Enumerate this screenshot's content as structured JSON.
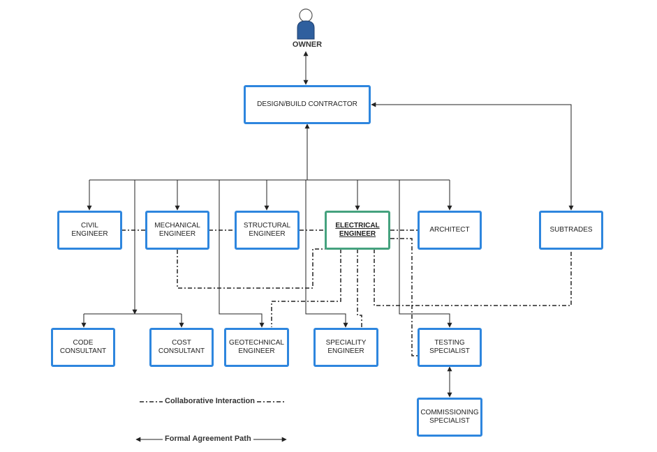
{
  "owner": {
    "label": "OWNER",
    "icon": "person-icon"
  },
  "nodes": {
    "design_build": "DESIGN/BUILD CONTRACTOR",
    "civil": "CIVIL ENGINEER",
    "mechanical": "MECHANICAL ENGINEER",
    "structural": "STRUCTURAL ENGINEER",
    "electrical": "ELECTRICAL ENGINEER",
    "architect": "ARCHITECT",
    "subtrades": "SUBTRADES",
    "code": "CODE CONSULTANT",
    "cost": "COST CONSULTANT",
    "geotechnical": "GEOTECHNICAL ENGINEER",
    "speciality": "SPECIALITY ENGINEER",
    "testing": "TESTING SPECIALIST",
    "commissioning": "COMMISSIONING SPECIALIST"
  },
  "legend": {
    "collaborative": "Collaborative Interaction",
    "formal": "Formal Agreement Path"
  },
  "colors": {
    "box_border": "#2e86de",
    "highlight_border": "#45a27e",
    "line": "#222222",
    "person_body": "#2f5f9e"
  }
}
